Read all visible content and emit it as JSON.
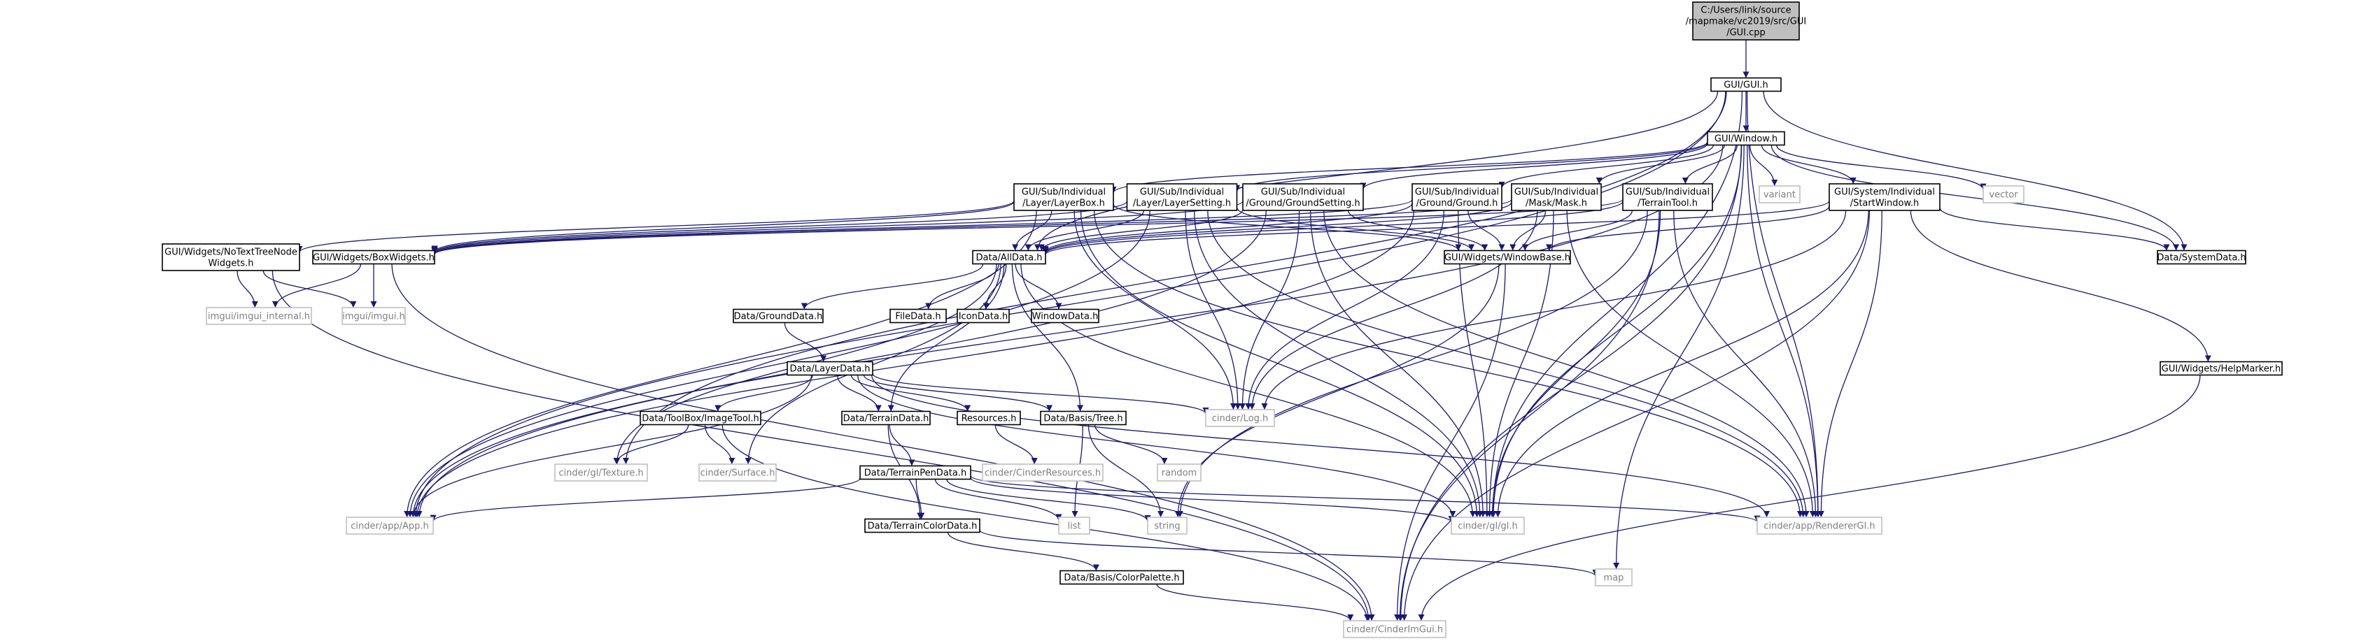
{
  "diagram": {
    "colors": {
      "edge": "#191970",
      "box_stroke": "#000000",
      "box_fill": "#ffffff",
      "root_fill": "#bfbfbf",
      "system_stroke": "#bfbfbf",
      "text": "#000000",
      "system_text": "#7f7f7f"
    },
    "nodes": [
      {
        "id": "root",
        "lines": [
          "C:/Users/link/source",
          "/mapmake/vc2019/src/GUI",
          "/GUI.cpp"
        ],
        "kind": "root"
      },
      {
        "id": "guih",
        "lines": [
          "GUI/GUI.h"
        ],
        "kind": "file"
      },
      {
        "id": "window",
        "lines": [
          "GUI/Window.h"
        ],
        "kind": "file"
      },
      {
        "id": "layerbox",
        "lines": [
          "GUI/Sub/Individual",
          "/Layer/LayerBox.h"
        ],
        "kind": "file"
      },
      {
        "id": "layersetting",
        "lines": [
          "GUI/Sub/Individual",
          "/Layer/LayerSetting.h"
        ],
        "kind": "file"
      },
      {
        "id": "groundsetting",
        "lines": [
          "GUI/Sub/Individual",
          "/Ground/GroundSetting.h"
        ],
        "kind": "file"
      },
      {
        "id": "ground",
        "lines": [
          "GUI/Sub/Individual",
          "/Ground/Ground.h"
        ],
        "kind": "file"
      },
      {
        "id": "mask",
        "lines": [
          "GUI/Sub/Individual",
          "/Mask/Mask.h"
        ],
        "kind": "file"
      },
      {
        "id": "terraintool",
        "lines": [
          "GUI/Sub/Individual",
          "/TerrainTool.h"
        ],
        "kind": "file"
      },
      {
        "id": "variant",
        "lines": [
          "variant"
        ],
        "kind": "system"
      },
      {
        "id": "startwindow",
        "lines": [
          "GUI/System/Individual",
          "/StartWindow.h"
        ],
        "kind": "file"
      },
      {
        "id": "vector",
        "lines": [
          "vector"
        ],
        "kind": "system"
      },
      {
        "id": "notexttree",
        "lines": [
          "GUI/Widgets/NoTextTreeNode",
          "Widgets.h"
        ],
        "kind": "file"
      },
      {
        "id": "boxwidgets",
        "lines": [
          "GUI/Widgets/BoxWidgets.h"
        ],
        "kind": "file"
      },
      {
        "id": "alldata",
        "lines": [
          "Data/AllData.h"
        ],
        "kind": "file"
      },
      {
        "id": "windowbase",
        "lines": [
          "GUI/Widgets/WindowBase.h"
        ],
        "kind": "file"
      },
      {
        "id": "systemdata",
        "lines": [
          "Data/SystemData.h"
        ],
        "kind": "file"
      },
      {
        "id": "imguiinternal",
        "lines": [
          "imgui/imgui_internal.h"
        ],
        "kind": "system"
      },
      {
        "id": "imgui",
        "lines": [
          "imgui/imgui.h"
        ],
        "kind": "system"
      },
      {
        "id": "groundata",
        "lines": [
          "Data/GroundData.h"
        ],
        "kind": "file"
      },
      {
        "id": "filedata",
        "lines": [
          "FileData.h"
        ],
        "kind": "file"
      },
      {
        "id": "icondata",
        "lines": [
          "IconData.h"
        ],
        "kind": "file"
      },
      {
        "id": "windowdata",
        "lines": [
          "WindowData.h"
        ],
        "kind": "file"
      },
      {
        "id": "layerdata",
        "lines": [
          "Data/LayerData.h"
        ],
        "kind": "file"
      },
      {
        "id": "helpmarker",
        "lines": [
          "GUI/Widgets/HelpMarker.h"
        ],
        "kind": "file"
      },
      {
        "id": "imagetool",
        "lines": [
          "Data/ToolBox/ImageTool.h"
        ],
        "kind": "file"
      },
      {
        "id": "terraindata",
        "lines": [
          "Data/TerrainData.h"
        ],
        "kind": "file"
      },
      {
        "id": "resources",
        "lines": [
          "Resources.h"
        ],
        "kind": "file"
      },
      {
        "id": "tree",
        "lines": [
          "Data/Basis/Tree.h"
        ],
        "kind": "file"
      },
      {
        "id": "cinderlog",
        "lines": [
          "cinder/Log.h"
        ],
        "kind": "system"
      },
      {
        "id": "gltexture",
        "lines": [
          "cinder/gl/Texture.h"
        ],
        "kind": "system"
      },
      {
        "id": "surface",
        "lines": [
          "cinder/Surface.h"
        ],
        "kind": "system"
      },
      {
        "id": "terrainpen",
        "lines": [
          "Data/TerrainPenData.h"
        ],
        "kind": "file"
      },
      {
        "id": "cinderres",
        "lines": [
          "cinder/CinderResources.h"
        ],
        "kind": "system"
      },
      {
        "id": "random",
        "lines": [
          "random"
        ],
        "kind": "system"
      },
      {
        "id": "appapp",
        "lines": [
          "cinder/app/App.h"
        ],
        "kind": "system"
      },
      {
        "id": "terraincolor",
        "lines": [
          "Data/TerrainColorData.h"
        ],
        "kind": "file"
      },
      {
        "id": "list",
        "lines": [
          "list"
        ],
        "kind": "system"
      },
      {
        "id": "string",
        "lines": [
          "string"
        ],
        "kind": "system"
      },
      {
        "id": "glgl",
        "lines": [
          "cinder/gl/gl.h"
        ],
        "kind": "system"
      },
      {
        "id": "renderergl",
        "lines": [
          "cinder/app/RendererGl.h"
        ],
        "kind": "system"
      },
      {
        "id": "map",
        "lines": [
          "map"
        ],
        "kind": "system"
      },
      {
        "id": "colorpalette",
        "lines": [
          "Data/Basis/ColorPalette.h"
        ],
        "kind": "file"
      },
      {
        "id": "imguicinder",
        "lines": [
          "cinder/CinderImGui.h"
        ],
        "kind": "system"
      }
    ],
    "edges": [
      [
        "root",
        "guih"
      ],
      [
        "guih",
        "window"
      ],
      [
        "guih",
        "alldata"
      ],
      [
        "guih",
        "systemdata"
      ],
      [
        "guih",
        "appapp"
      ],
      [
        "guih",
        "gltexture"
      ],
      [
        "guih",
        "renderergl"
      ],
      [
        "guih",
        "glgl"
      ],
      [
        "window",
        "layerbox"
      ],
      [
        "window",
        "layersetting"
      ],
      [
        "window",
        "groundsetting"
      ],
      [
        "window",
        "ground"
      ],
      [
        "window",
        "mask"
      ],
      [
        "window",
        "terraintool"
      ],
      [
        "window",
        "variant"
      ],
      [
        "window",
        "startwindow"
      ],
      [
        "window",
        "vector"
      ],
      [
        "window",
        "imguicinder"
      ],
      [
        "window",
        "map"
      ],
      [
        "window",
        "systemdata"
      ],
      [
        "window",
        "appapp"
      ],
      [
        "window",
        "glgl"
      ],
      [
        "window",
        "renderergl"
      ],
      [
        "layerbox",
        "boxwidgets"
      ],
      [
        "layerbox",
        "notexttree"
      ],
      [
        "layerbox",
        "alldata"
      ],
      [
        "layerbox",
        "windowbase"
      ],
      [
        "layerbox",
        "cinderlog"
      ],
      [
        "layerbox",
        "appapp"
      ],
      [
        "layerbox",
        "glgl"
      ],
      [
        "layerbox",
        "renderergl"
      ],
      [
        "layersetting",
        "boxwidgets"
      ],
      [
        "layersetting",
        "alldata"
      ],
      [
        "layersetting",
        "windowbase"
      ],
      [
        "layersetting",
        "cinderlog"
      ],
      [
        "layersetting",
        "appapp"
      ],
      [
        "layersetting",
        "glgl"
      ],
      [
        "layersetting",
        "renderergl"
      ],
      [
        "groundsetting",
        "boxwidgets"
      ],
      [
        "groundsetting",
        "alldata"
      ],
      [
        "groundsetting",
        "windowbase"
      ],
      [
        "groundsetting",
        "cinderlog"
      ],
      [
        "groundsetting",
        "appapp"
      ],
      [
        "groundsetting",
        "glgl"
      ],
      [
        "groundsetting",
        "renderergl"
      ],
      [
        "ground",
        "boxwidgets"
      ],
      [
        "ground",
        "alldata"
      ],
      [
        "ground",
        "windowbase"
      ],
      [
        "ground",
        "cinderlog"
      ],
      [
        "ground",
        "appapp"
      ],
      [
        "ground",
        "glgl"
      ],
      [
        "mask",
        "boxwidgets"
      ],
      [
        "mask",
        "alldata"
      ],
      [
        "mask",
        "windowbase"
      ],
      [
        "mask",
        "cinderlog"
      ],
      [
        "mask",
        "glgl"
      ],
      [
        "mask",
        "renderergl"
      ],
      [
        "terraintool",
        "alldata"
      ],
      [
        "terraintool",
        "windowbase"
      ],
      [
        "terraintool",
        "boxwidgets"
      ],
      [
        "terraintool",
        "glgl"
      ],
      [
        "terraintool",
        "renderergl"
      ],
      [
        "terraintool",
        "imguicinder"
      ],
      [
        "terraintool",
        "string"
      ],
      [
        "startwindow",
        "windowbase"
      ],
      [
        "startwindow",
        "alldata"
      ],
      [
        "startwindow",
        "systemdata"
      ],
      [
        "startwindow",
        "helpmarker"
      ],
      [
        "startwindow",
        "cinderlog"
      ],
      [
        "startwindow",
        "glgl"
      ],
      [
        "startwindow",
        "renderergl"
      ],
      [
        "startwindow",
        "imguicinder"
      ],
      [
        "notexttree",
        "imguiinternal"
      ],
      [
        "notexttree",
        "imgui"
      ],
      [
        "notexttree",
        "imguicinder"
      ],
      [
        "boxwidgets",
        "imguiinternal"
      ],
      [
        "boxwidgets",
        "imgui"
      ],
      [
        "boxwidgets",
        "imguicinder"
      ],
      [
        "alldata",
        "groundata"
      ],
      [
        "alldata",
        "filedata"
      ],
      [
        "alldata",
        "icondata"
      ],
      [
        "alldata",
        "windowdata"
      ],
      [
        "alldata",
        "tree"
      ],
      [
        "alldata",
        "terraindata"
      ],
      [
        "alldata",
        "surface"
      ],
      [
        "alldata",
        "gltexture"
      ],
      [
        "alldata",
        "glgl"
      ],
      [
        "windowbase",
        "string"
      ],
      [
        "windowbase",
        "imguicinder"
      ],
      [
        "groundata",
        "layerdata"
      ],
      [
        "layerdata",
        "imagetool"
      ],
      [
        "layerdata",
        "terraindata"
      ],
      [
        "layerdata",
        "resources"
      ],
      [
        "layerdata",
        "tree"
      ],
      [
        "layerdata",
        "cinderlog"
      ],
      [
        "layerdata",
        "appapp"
      ],
      [
        "layerdata",
        "glgl"
      ],
      [
        "layerdata",
        "renderergl"
      ],
      [
        "imagetool",
        "gltexture"
      ],
      [
        "imagetool",
        "surface"
      ],
      [
        "imagetool",
        "imguicinder"
      ],
      [
        "terraindata",
        "terrainpen"
      ],
      [
        "terraindata",
        "terraincolor"
      ],
      [
        "resources",
        "cinderres"
      ],
      [
        "tree",
        "random"
      ],
      [
        "tree",
        "list"
      ],
      [
        "tree",
        "string"
      ],
      [
        "terrainpen",
        "terraincolor"
      ],
      [
        "terrainpen",
        "list"
      ],
      [
        "terrainpen",
        "string"
      ],
      [
        "terrainpen",
        "appapp"
      ],
      [
        "terrainpen",
        "glgl"
      ],
      [
        "terrainpen",
        "renderergl"
      ],
      [
        "terraincolor",
        "colorpalette"
      ],
      [
        "terraincolor",
        "map"
      ],
      [
        "colorpalette",
        "imguicinder"
      ],
      [
        "helpmarker",
        "imguicinder"
      ]
    ]
  }
}
